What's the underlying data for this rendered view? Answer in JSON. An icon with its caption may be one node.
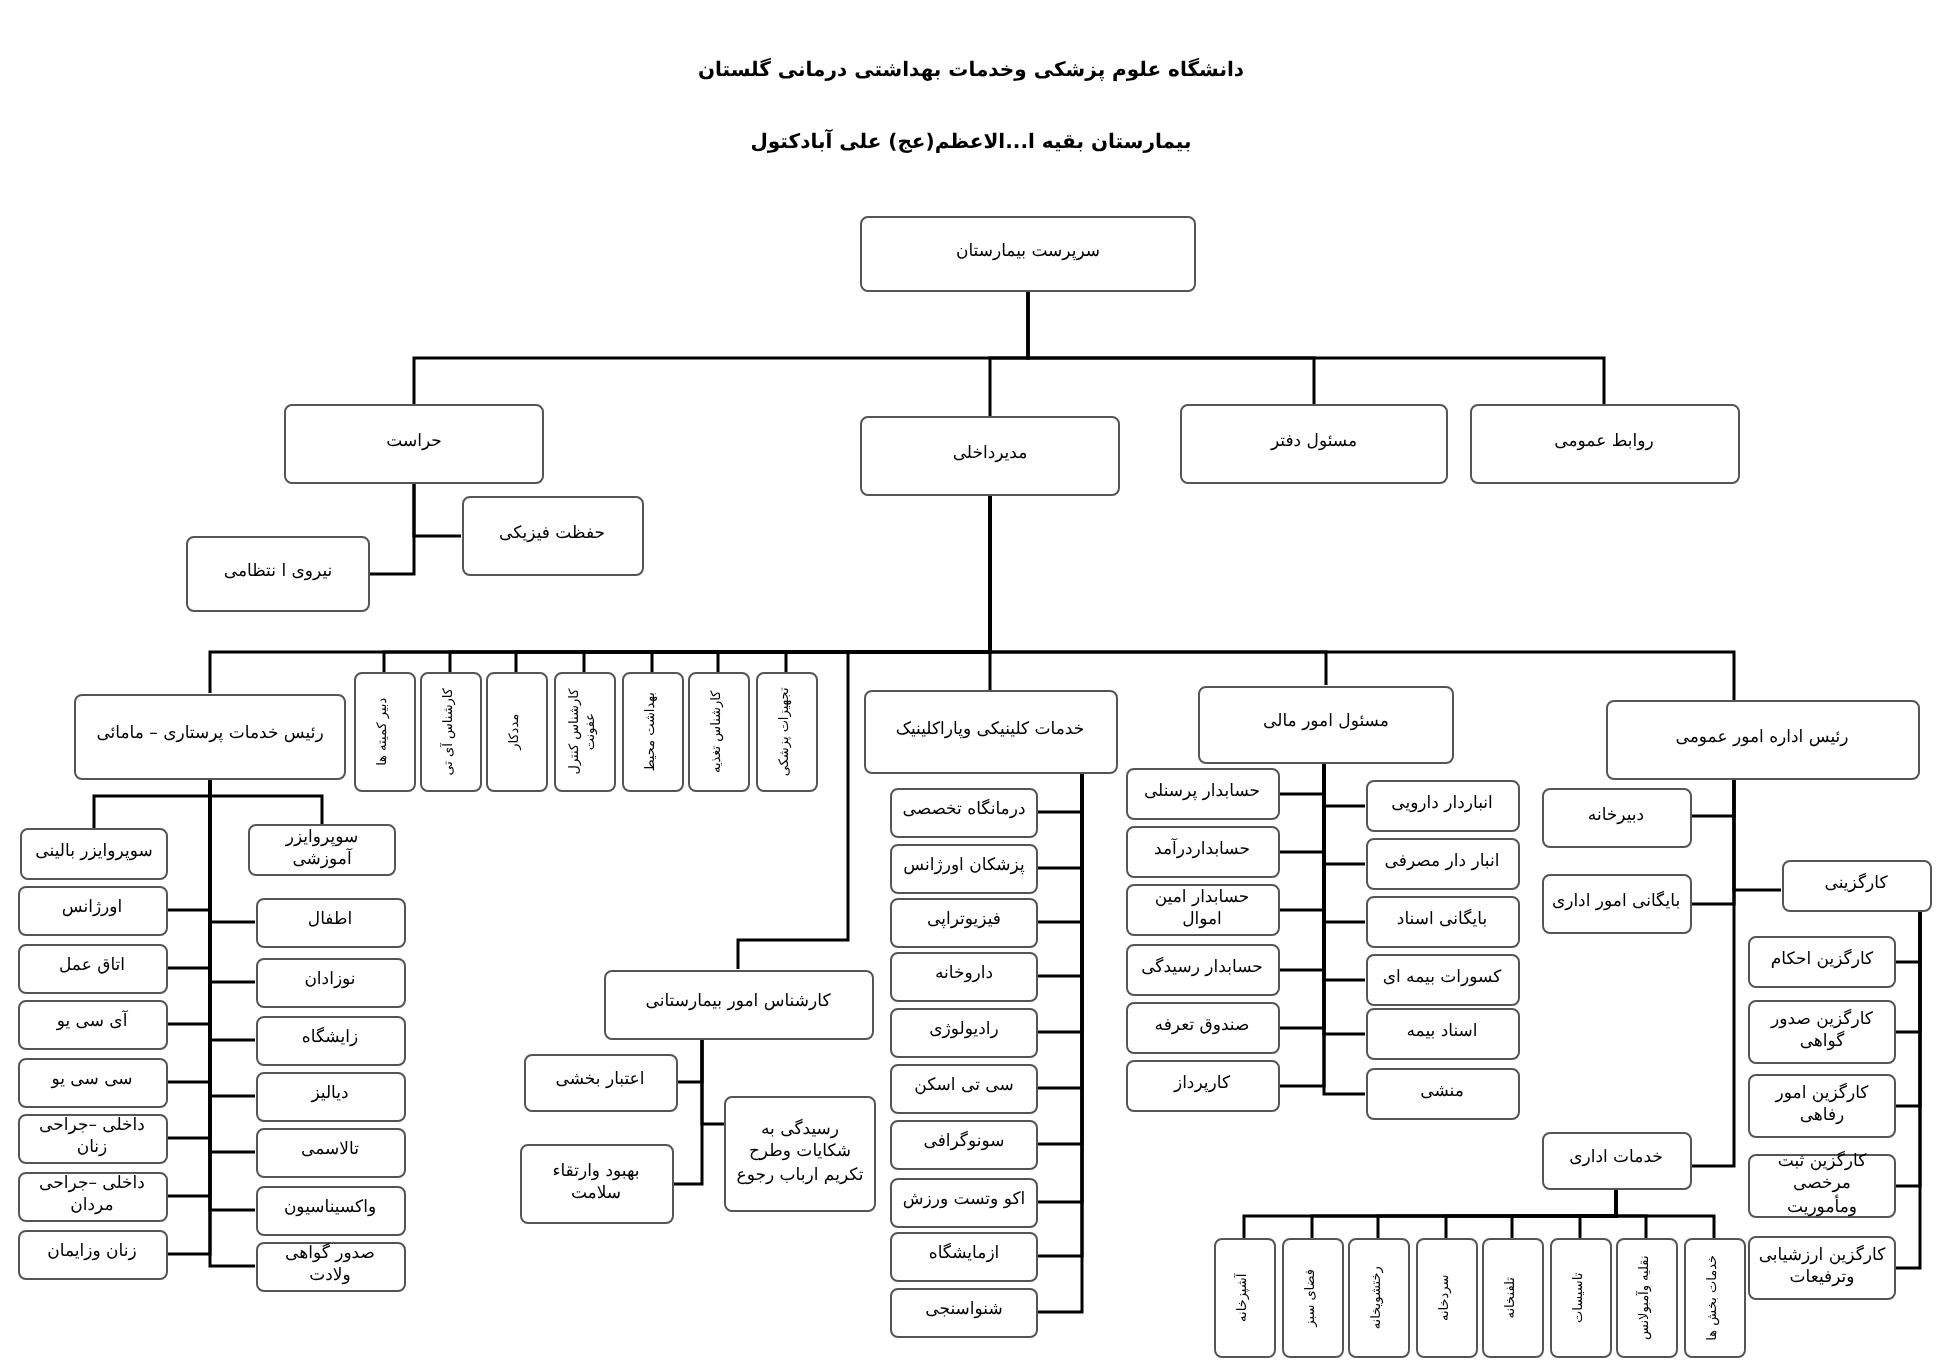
{
  "diagram": {
    "title": "دانشگاه علوم پزشکی وخدمات بهداشتی درمانی گلستان",
    "labels": [
      "بیمارستان بقیه ا...الاعظم(عج) علی آبادکتول"
    ],
    "nodes": [
      {
        "text": [
          "سرپرست بیمارستان"
        ]
      },
      {
        "text": [
          "حراست"
        ]
      },
      {
        "text": [
          "مدیرداخلی"
        ]
      },
      {
        "text": [
          "مسئول دفتر"
        ]
      },
      {
        "text": [
          "روابط عمومی"
        ]
      },
      {
        "text": [
          "حفظت فیزیکی"
        ]
      },
      {
        "text": [
          "نیروی ا نتظامی"
        ]
      },
      {
        "text": [
          "رئیس خدمات پرستاری – مامائی"
        ]
      },
      {
        "text": [
          "دبیر کمیته ها"
        ]
      },
      {
        "text": [
          "کارشناس آی تی"
        ]
      },
      {
        "text": [
          "مددکار"
        ]
      },
      {
        "text": [
          "کارشناس کنترل عفونت"
        ]
      },
      {
        "text": [
          "بهداشت محیط"
        ]
      },
      {
        "text": [
          "کارشناس تغذیه"
        ]
      },
      {
        "text": [
          "تجهیزات پزشکی"
        ]
      },
      {
        "text": [
          "کارشناس امور بیمارستانی"
        ]
      },
      {
        "text": [
          "خدمات کلینیکی وپاراکلینیک"
        ]
      },
      {
        "text": [
          "مسئول امور مالی"
        ]
      },
      {
        "text": [
          "رئیس اداره امور عمومی"
        ]
      },
      {
        "text": [
          "سوپروایزر بالینی"
        ]
      },
      {
        "text": [
          "سوپروایزر آموزشی"
        ]
      },
      {
        "text": [
          "اورژانس"
        ]
      },
      {
        "text": [
          "اتاق عمل"
        ]
      },
      {
        "text": [
          "آی سی یو"
        ]
      },
      {
        "text": [
          "سی سی یو"
        ]
      },
      {
        "text": [
          "داخلی –جراحی زنان"
        ]
      },
      {
        "text": [
          "داخلی –جراحی مردان"
        ]
      },
      {
        "text": [
          "زنان وزایمان"
        ]
      },
      {
        "text": [
          "اطفال"
        ]
      },
      {
        "text": [
          "نوزادان"
        ]
      },
      {
        "text": [
          "زایشگاه"
        ]
      },
      {
        "text": [
          "دیالیز"
        ]
      },
      {
        "text": [
          "تالاسمی"
        ]
      },
      {
        "text": [
          "واکسیناسیون"
        ]
      },
      {
        "text": [
          "صدور گواهی ولادت"
        ]
      },
      {
        "text": [
          "اعتبار بخشی"
        ]
      },
      {
        "text": [
          "بهبود وارتقاء سلامت"
        ]
      },
      {
        "text": [
          "رسیدگی به شکایات وطرح تکریم ارباب رجوع"
        ]
      },
      {
        "text": [
          "درمانگاه تخصصی"
        ]
      },
      {
        "text": [
          "پزشکان اورژانس"
        ]
      },
      {
        "text": [
          "فیزیوتراپی"
        ]
      },
      {
        "text": [
          "داروخانه"
        ]
      },
      {
        "text": [
          "رادیولوژی"
        ]
      },
      {
        "text": [
          "سی تی اسکن"
        ]
      },
      {
        "text": [
          "سونوگرافی"
        ]
      },
      {
        "text": [
          "اکو وتست ورزش"
        ]
      },
      {
        "text": [
          "ازمایشگاه"
        ]
      },
      {
        "text": [
          "شنواسنجی"
        ]
      },
      {
        "text": [
          "حسابدار پرسنلی"
        ]
      },
      {
        "text": [
          "حسابداردرآمد"
        ]
      },
      {
        "text": [
          "حسابدار امین اموال"
        ]
      },
      {
        "text": [
          "حسابدار رسیدگی"
        ]
      },
      {
        "text": [
          "صندوق تعرفه"
        ]
      },
      {
        "text": [
          "کارپرداز"
        ]
      },
      {
        "text": [
          "انباردار دارویی"
        ]
      },
      {
        "text": [
          "انبار دار مصرفی"
        ]
      },
      {
        "text": [
          "بایگانی اسناد"
        ]
      },
      {
        "text": [
          "کسورات بیمه ای"
        ]
      },
      {
        "text": [
          "اسناد بیمه"
        ]
      },
      {
        "text": [
          "منشی"
        ]
      },
      {
        "text": [
          "دبیرخانه"
        ]
      },
      {
        "text": [
          "بایگانی امور اداری"
        ]
      },
      {
        "text": [
          "کارگزینی"
        ]
      },
      {
        "text": [
          "خدمات اداری"
        ]
      },
      {
        "text": [
          "کارگزین احکام"
        ]
      },
      {
        "text": [
          "کارگزین صدور گواهی"
        ]
      },
      {
        "text": [
          "کارگزین امور رفاهی"
        ]
      },
      {
        "text": [
          "کارگزین ثبت مرخصی ومأموریت"
        ]
      },
      {
        "text": [
          "کارگزین ارزشیابی وترفیعات"
        ]
      },
      {
        "text": [
          "آشپزخانه"
        ]
      },
      {
        "text": [
          "فضای سبز"
        ]
      },
      {
        "text": [
          "رختشویخانه"
        ]
      },
      {
        "text": [
          "سردخانه"
        ]
      },
      {
        "text": [
          "تلفنخانه"
        ]
      },
      {
        "text": [
          "تاسیسات"
        ]
      },
      {
        "text": [
          "نقلیه وآمبولانس"
        ]
      },
      {
        "text": [
          "خدمات بخش ها"
        ]
      }
    ],
    "edges": [
      {
        "from": 0,
        "to": 1,
        "arrow": "none"
      },
      {
        "from": 0,
        "to": 2,
        "arrow": "none"
      },
      {
        "from": 0,
        "to": 3,
        "arrow": "none"
      },
      {
        "from": 0,
        "to": 4,
        "arrow": "none"
      },
      {
        "from": 1,
        "to": 5,
        "arrow": "none"
      },
      {
        "from": 1,
        "to": 6,
        "arrow": "none"
      },
      {
        "from": 2,
        "to": 7,
        "arrow": "none"
      },
      {
        "from": 2,
        "to": 8,
        "arrow": "none"
      },
      {
        "from": 2,
        "to": 9,
        "arrow": "none"
      },
      {
        "from": 2,
        "to": 10,
        "arrow": "none"
      },
      {
        "from": 2,
        "to": 11,
        "arrow": "none"
      },
      {
        "from": 2,
        "to": 12,
        "arrow": "none"
      },
      {
        "from": 2,
        "to": 13,
        "arrow": "none"
      },
      {
        "from": 2,
        "to": 14,
        "arrow": "none"
      },
      {
        "from": 2,
        "to": 15,
        "arrow": "none"
      },
      {
        "from": 2,
        "to": 16,
        "arrow": "none"
      },
      {
        "from": 2,
        "to": 17,
        "arrow": "none"
      },
      {
        "from": 2,
        "to": 18,
        "arrow": "none"
      },
      {
        "from": 7,
        "to": 19,
        "arrow": "none"
      },
      {
        "from": 7,
        "to": 20,
        "arrow": "none"
      },
      {
        "from": 7,
        "to": 21,
        "arrow": "none"
      },
      {
        "from": 7,
        "to": 22,
        "arrow": "none"
      },
      {
        "from": 7,
        "to": 23,
        "arrow": "none"
      },
      {
        "from": 7,
        "to": 24,
        "arrow": "none"
      },
      {
        "from": 7,
        "to": 25,
        "arrow": "none"
      },
      {
        "from": 7,
        "to": 26,
        "arrow": "none"
      },
      {
        "from": 7,
        "to": 27,
        "arrow": "none"
      },
      {
        "from": 7,
        "to": 28,
        "arrow": "none"
      },
      {
        "from": 7,
        "to": 29,
        "arrow": "none"
      },
      {
        "from": 7,
        "to": 30,
        "arrow": "none"
      },
      {
        "from": 7,
        "to": 31,
        "arrow": "none"
      },
      {
        "from": 7,
        "to": 32,
        "arrow": "none"
      },
      {
        "from": 7,
        "to": 33,
        "arrow": "none"
      },
      {
        "from": 7,
        "to": 34,
        "arrow": "none"
      },
      {
        "from": 15,
        "to": 35,
        "arrow": "none"
      },
      {
        "from": 15,
        "to": 36,
        "arrow": "none"
      },
      {
        "from": 15,
        "to": 37,
        "arrow": "none"
      },
      {
        "from": 16,
        "to": 38,
        "arrow": "none"
      },
      {
        "from": 16,
        "to": 39,
        "arrow": "none"
      },
      {
        "from": 16,
        "to": 40,
        "arrow": "none"
      },
      {
        "from": 16,
        "to": 41,
        "arrow": "none"
      },
      {
        "from": 16,
        "to": 42,
        "arrow": "none"
      },
      {
        "from": 16,
        "to": 43,
        "arrow": "none"
      },
      {
        "from": 16,
        "to": 44,
        "arrow": "none"
      },
      {
        "from": 16,
        "to": 45,
        "arrow": "none"
      },
      {
        "from": 16,
        "to": 46,
        "arrow": "none"
      },
      {
        "from": 16,
        "to": 47,
        "arrow": "none"
      },
      {
        "from": 17,
        "to": 48,
        "arrow": "none"
      },
      {
        "from": 17,
        "to": 49,
        "arrow": "none"
      },
      {
        "from": 17,
        "to": 50,
        "arrow": "none"
      },
      {
        "from": 17,
        "to": 51,
        "arrow": "none"
      },
      {
        "from": 17,
        "to": 52,
        "arrow": "none"
      },
      {
        "from": 17,
        "to": 53,
        "arrow": "none"
      },
      {
        "from": 17,
        "to": 54,
        "arrow": "none"
      },
      {
        "from": 17,
        "to": 55,
        "arrow": "none"
      },
      {
        "from": 17,
        "to": 56,
        "arrow": "none"
      },
      {
        "from": 17,
        "to": 57,
        "arrow": "none"
      },
      {
        "from": 17,
        "to": 58,
        "arrow": "none"
      },
      {
        "from": 17,
        "to": 59,
        "arrow": "none"
      },
      {
        "from": 18,
        "to": 60,
        "arrow": "none"
      },
      {
        "from": 18,
        "to": 61,
        "arrow": "none"
      },
      {
        "from": 18,
        "to": 62,
        "arrow": "none"
      },
      {
        "from": 18,
        "to": 63,
        "arrow": "none"
      },
      {
        "from": 62,
        "to": 64,
        "arrow": "none"
      },
      {
        "from": 62,
        "to": 65,
        "arrow": "none"
      },
      {
        "from": 62,
        "to": 66,
        "arrow": "none"
      },
      {
        "from": 62,
        "to": 67,
        "arrow": "none"
      },
      {
        "from": 62,
        "to": 68,
        "arrow": "none"
      },
      {
        "from": 63,
        "to": 69,
        "arrow": "none"
      },
      {
        "from": 63,
        "to": 70,
        "arrow": "none"
      },
      {
        "from": 63,
        "to": 71,
        "arrow": "none"
      },
      {
        "from": 63,
        "to": 72,
        "arrow": "none"
      },
      {
        "from": 63,
        "to": 73,
        "arrow": "none"
      },
      {
        "from": 63,
        "to": 74,
        "arrow": "none"
      },
      {
        "from": 63,
        "to": 75,
        "arrow": "none"
      },
      {
        "from": 63,
        "to": 76,
        "arrow": "none"
      }
    ]
  }
}
